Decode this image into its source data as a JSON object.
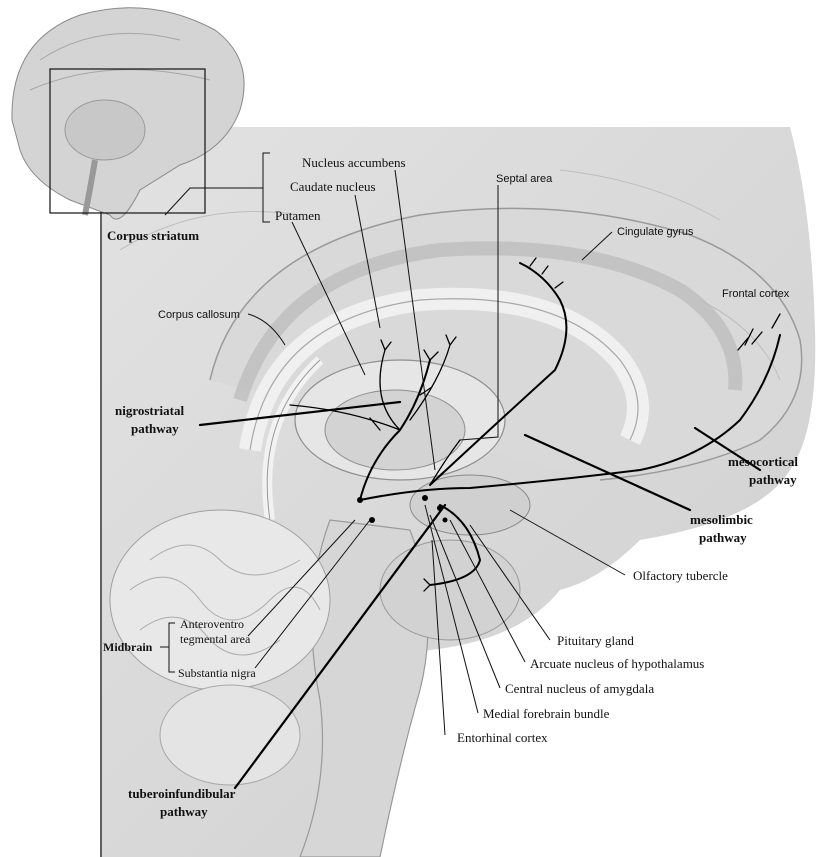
{
  "labels": {
    "nucleus_accumbens": "Nucleus accumbens",
    "caudate_nucleus": "Caudate nucleus",
    "putamen": "Putamen",
    "corpus_striatum": "Corpus striatum",
    "septal_area": "Septal area",
    "cingulate_gyrus": "Cingulate gyrus",
    "frontal_cortex": "Frontal cortex",
    "corpus_callosum": "Corpus callosum",
    "olfactory_tubercle": "Olfactory tubercle",
    "pituitary_gland": "Pituitary gland",
    "arcuate_nucleus": "Arcuate nucleus of hypothalamus",
    "central_nucleus_amygdala": "Central nucleus of amygdala",
    "medial_forebrain_bundle": "Medial forebrain bundle",
    "entorhinal_cortex": "Entorhinal cortex",
    "anteroventro_line1": "Anteroventro",
    "anteroventro_line2": "tegmental area",
    "substantia_nigra": "Substantia nigra",
    "midbrain": "Midbrain"
  },
  "pathways": {
    "nigrostriatal_line1": "nigrostriatal",
    "nigrostriatal_line2": "pathway",
    "mesocortical_line1": "mesocortical",
    "mesocortical_line2": "pathway",
    "mesolimbic_line1": "mesolimbic",
    "mesolimbic_line2": "pathway",
    "tuberoinfundibular_line1": "tuberoinfundibular",
    "tuberoinfundibular_line2": "pathway"
  }
}
